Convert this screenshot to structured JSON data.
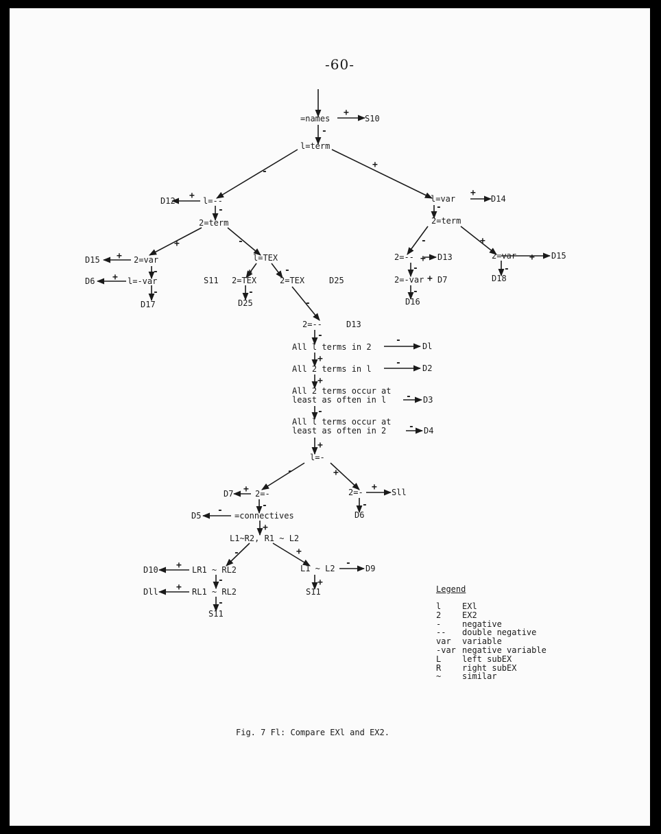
{
  "page_number": "-60-",
  "caption": "Fig. 7 Fl: Compare EXl and EX2.",
  "legend": {
    "title": "Legend",
    "rows": [
      {
        "key": "l",
        "value": "EXl"
      },
      {
        "key": "2",
        "value": "EX2"
      },
      {
        "key": "-",
        "value": "negative"
      },
      {
        "key": "--",
        "value": "double negative"
      },
      {
        "key": "var",
        "value": "variable"
      },
      {
        "key": "-var",
        "value": "negative variable"
      },
      {
        "key": "L",
        "value": "left subEX"
      },
      {
        "key": "R",
        "value": "right subEX"
      },
      {
        "key": "~",
        "value": "similar"
      }
    ]
  },
  "nodes": {
    "names": "=names",
    "s10": "S10",
    "term1": "l=term",
    "dneg1": "l=--",
    "d12": "D12",
    "var1": "l=var",
    "d14": "D14",
    "term2_left": "2=term",
    "term2_right": "2=term",
    "var2_left": "2=var",
    "d15_left": "D15",
    "negvar1": "l=-var",
    "d6_left": "D6",
    "d17": "D17",
    "tex1": "l=TEX",
    "s11_a": "S11",
    "tex2_a": "2=TEX",
    "d25_a": "D25",
    "tex2_b": "2=TEX",
    "d25_b": "D25",
    "dneg2_right": "2=--",
    "d13_right": "D13",
    "negvar2": "2=-var",
    "d7_right": "D7",
    "d16": "D16",
    "var2_right": "2=var",
    "d15_right": "D15",
    "d18": "D18",
    "dneg2_mid": "2=--",
    "d13_mid": "D13",
    "all1in2": "All l terms in 2",
    "d1": "Dl",
    "all2in1": "All 2 terms in l",
    "d2": "D2",
    "occur2_l1": "All 2 terms occur at",
    "occur2_l2": "least as often in l",
    "d3": "D3",
    "occur1_l1": "All l terms occur at",
    "occur1_l2": "least as often in 2",
    "d4": "D4",
    "neg1": "l=-",
    "neg2_left": "2=-",
    "d7_left": "D7",
    "neg2_right": "2=-",
    "s11_b": "Sll",
    "d6_right": "D6",
    "connectives": "=connectives",
    "d5": "D5",
    "lr_pair": "L1~R2,  R1 ~ L2",
    "lrrl": "LR1 ~ RL2",
    "d10": "D10",
    "rlrl": "RL1 ~ RL2",
    "d11": "Dll",
    "s11_c": "S11",
    "l1l2": "L1  ~ L2",
    "d9": "D9",
    "s11_d": "S11"
  },
  "signs": {
    "plus": "+",
    "minus": "-"
  }
}
